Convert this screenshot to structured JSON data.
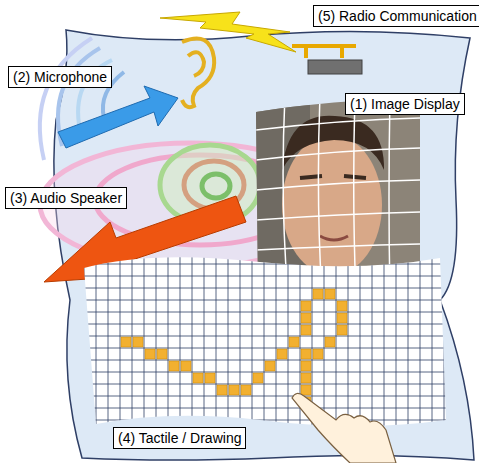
{
  "diagram": {
    "nodes": [
      {
        "text": [
          "(5) Radio Communication"
        ]
      },
      {
        "text": [
          "(2) Microphone"
        ]
      },
      {
        "text": [
          "(1) Image Display"
        ]
      },
      {
        "text": [
          "(3) Audio Speaker"
        ]
      },
      {
        "text": [
          "(4) Tactile / Drawing"
        ]
      }
    ]
  }
}
